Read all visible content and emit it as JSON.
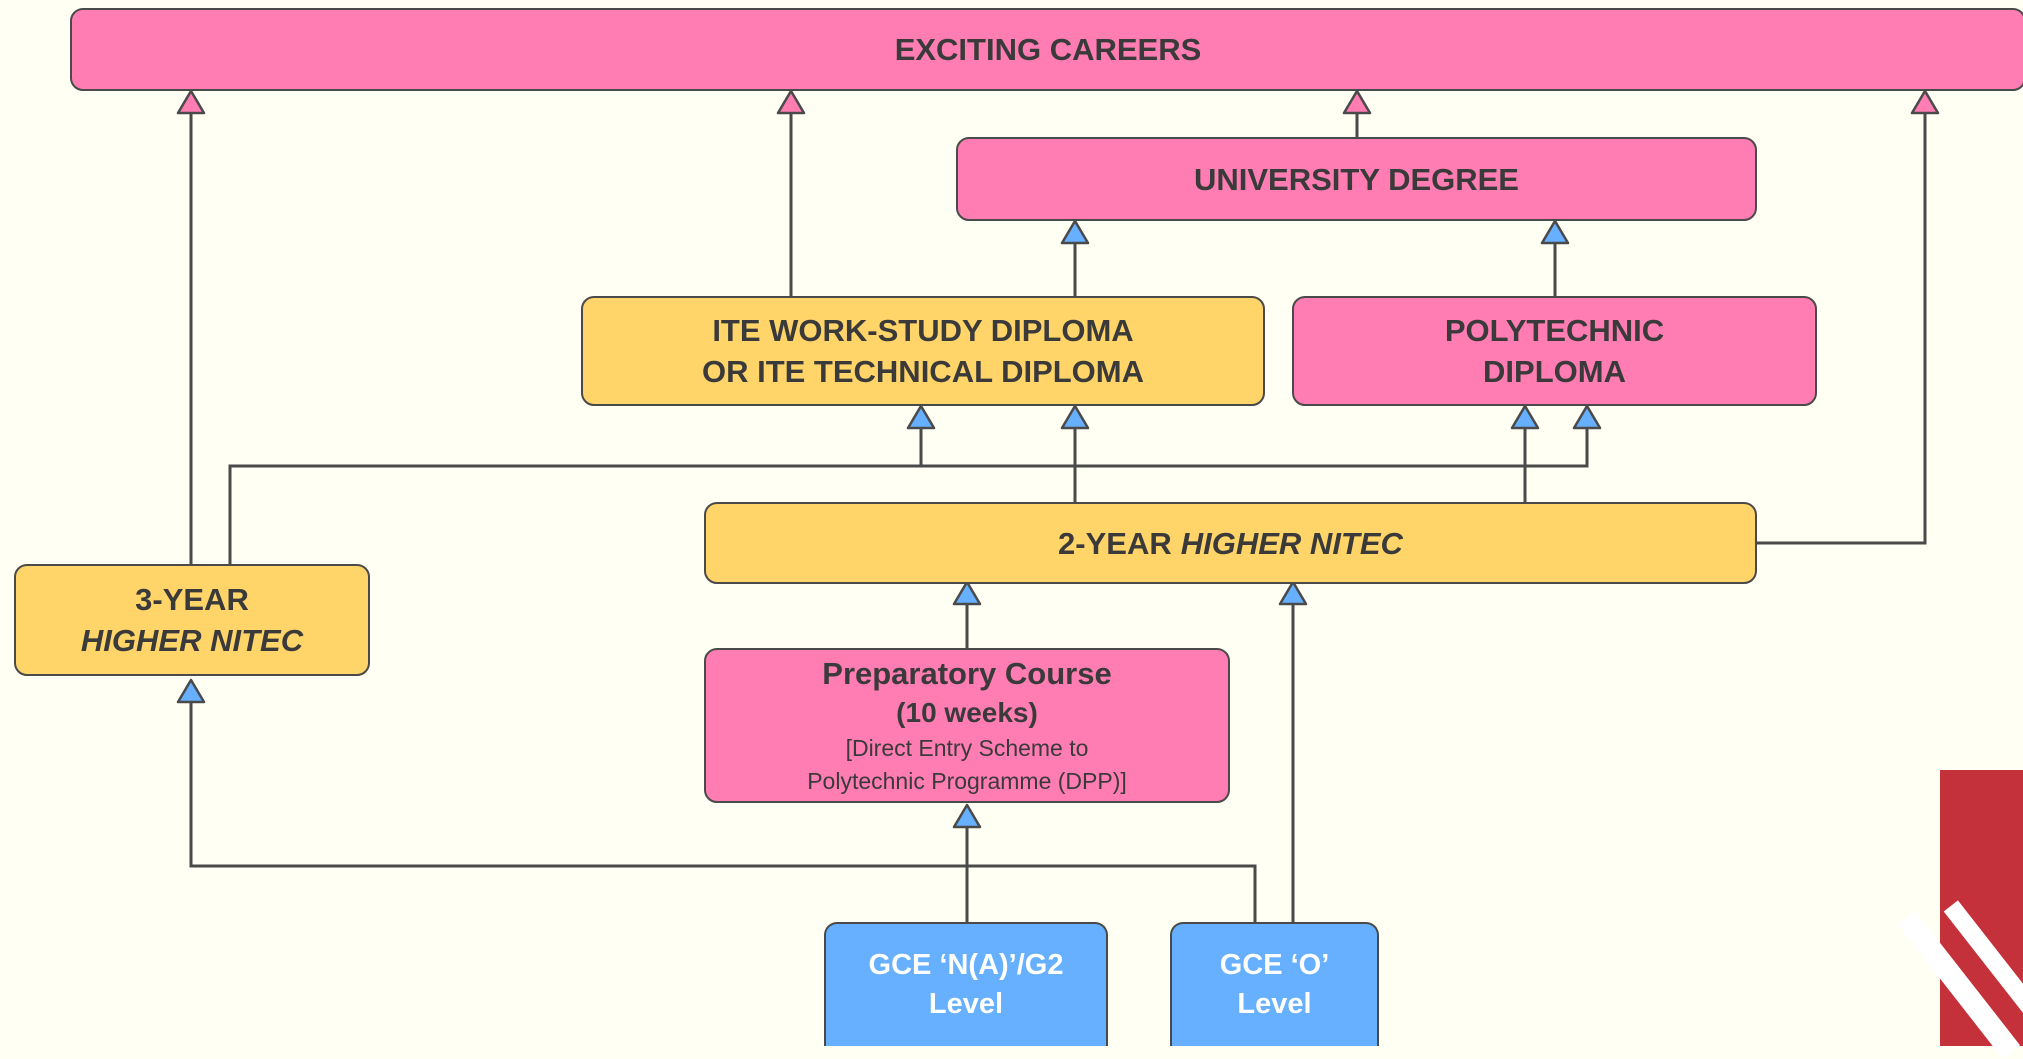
{
  "boxes": {
    "careers": "EXCITING CAREERS",
    "university": "UNIVERSITY DEGREE",
    "ite_diploma": {
      "line1": "ITE WORK-STUDY DIPLOMA",
      "line2": "OR ITE TECHNICAL DIPLOMA"
    },
    "poly_diploma": {
      "line1": "POLYTECHNIC",
      "line2": "DIPLOMA"
    },
    "higher_nitec_2yr": {
      "prefix": "2-YEAR",
      "italic": "HIGHER NITEC"
    },
    "higher_nitec_3yr": {
      "line1": "3-YEAR",
      "line2": "HIGHER NITEC"
    },
    "prep_course": {
      "title": "Preparatory Course",
      "duration": "(10 weeks)",
      "note1": "[Direct Entry Scheme to",
      "note2": "Polytechnic Programme (DPP)]"
    },
    "gce_na": {
      "line1": "GCE ‘N(A)’/G2",
      "line2": "Level"
    },
    "gce_o": {
      "line1": "GCE ‘O’",
      "line2": "Level"
    }
  },
  "colors": {
    "pink": "#ff7db2",
    "yellow": "#ffd468",
    "blue": "#66b0ff",
    "line": "#4a4a4a",
    "background": "#fffff4"
  }
}
